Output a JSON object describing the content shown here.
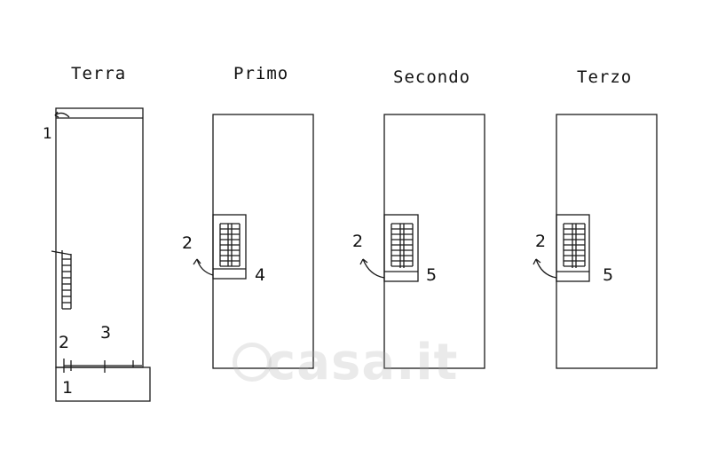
{
  "floors": [
    {
      "name": "Terra"
    },
    {
      "name": "Primo"
    },
    {
      "name": "Secondo"
    },
    {
      "name": "Terzo"
    }
  ],
  "labels": {
    "terra_top": "1",
    "terra_stairs": "2",
    "terra_room": "3",
    "terra_bottom": "1",
    "primo_stairs": "2",
    "primo_room": "4",
    "secondo_stairs": "2",
    "secondo_room": "5",
    "terzo_stairs": "2",
    "terzo_room": "5"
  },
  "watermark": "casa.it",
  "colors": {
    "line": "#1a1a1a",
    "watermark": "#aaaaaa"
  }
}
